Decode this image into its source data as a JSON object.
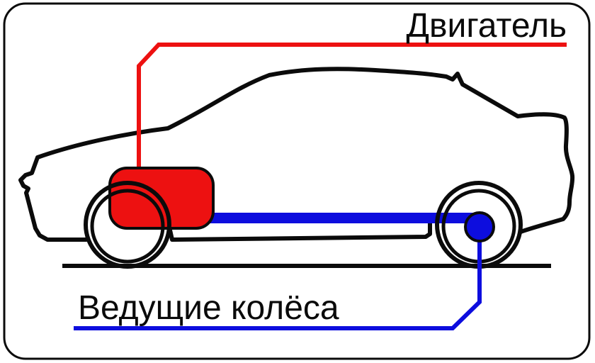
{
  "diagram": {
    "labels": {
      "engine": "Двигатель",
      "drive_wheels": "Ведущие колёса"
    },
    "colors": {
      "engine": "#ED1111",
      "drive": "#0D0DDE",
      "outline": "#0B0B0B",
      "background": "#FFFFFF"
    },
    "elements": [
      {
        "name": "car-outline",
        "meaning": "sedan side silhouette"
      },
      {
        "name": "engine-block",
        "color_ref": "engine"
      },
      {
        "name": "engine-callout-line",
        "color_ref": "engine"
      },
      {
        "name": "driveshaft",
        "color_ref": "drive"
      },
      {
        "name": "rear-wheel-hub",
        "color_ref": "drive"
      },
      {
        "name": "drive-wheels-callout-line",
        "color_ref": "drive"
      },
      {
        "name": "front-wheel",
        "color_ref": "outline"
      },
      {
        "name": "rear-wheel",
        "color_ref": "outline"
      },
      {
        "name": "ground-line",
        "color_ref": "outline"
      },
      {
        "name": "diagram-frame",
        "color_ref": "outline"
      }
    ]
  }
}
